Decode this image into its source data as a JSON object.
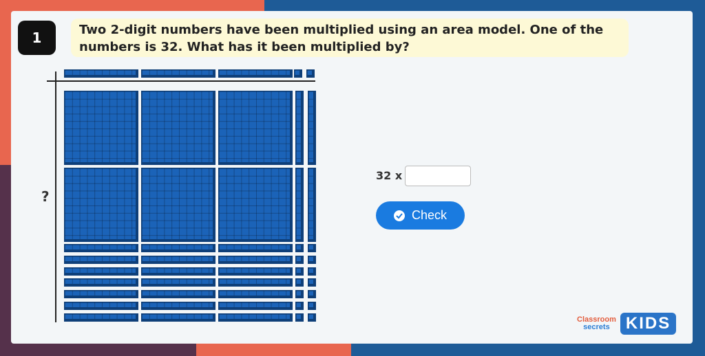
{
  "question": {
    "number": "1",
    "text": "Two 2-digit numbers have been multiplied using an area model. One of the numbers is 32. What has it been multiplied by?"
  },
  "model": {
    "unknown_label": "?"
  },
  "answer": {
    "prefix": "32 x",
    "value": "",
    "placeholder": ""
  },
  "check_button": {
    "label": "Check",
    "icon": "check-circle-icon"
  },
  "branding": {
    "classroom": "Classroom",
    "secrets": "secrets",
    "kids": "KIDS"
  },
  "colors": {
    "block": "#1b63b8",
    "button": "#1a7be0",
    "question_bg": "#fdf9d6"
  }
}
